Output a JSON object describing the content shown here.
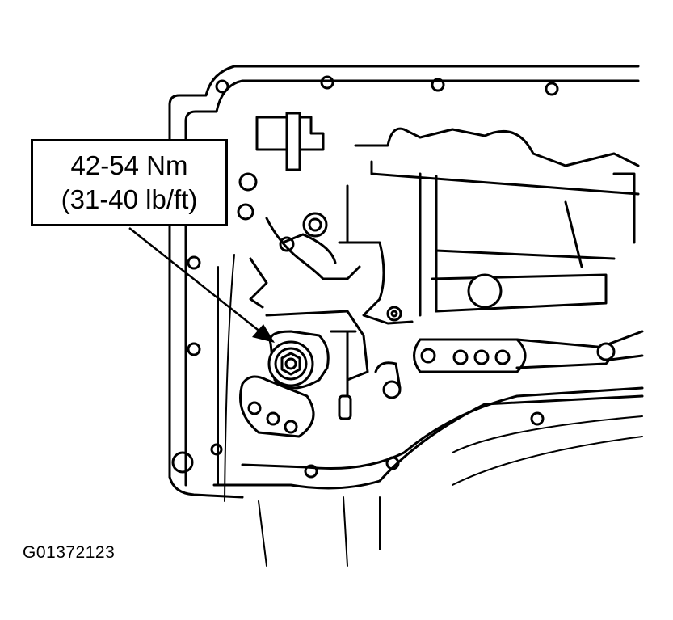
{
  "callout": {
    "torque_nm": "42-54 Nm",
    "torque_lbft": "(31-40 lb/ft)"
  },
  "figure_id": "G01372123"
}
